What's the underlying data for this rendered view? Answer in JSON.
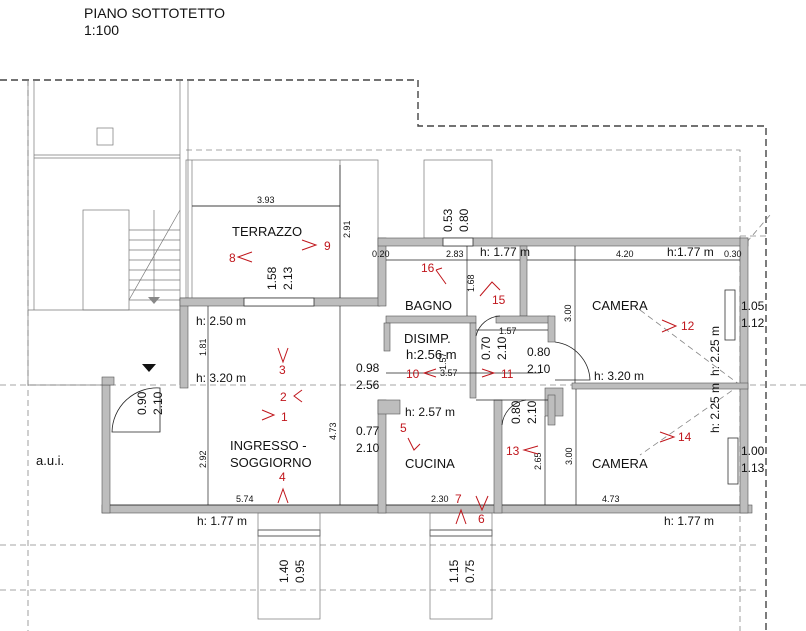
{
  "title": "PIANO SOTTOTETTO",
  "scale": "1:100",
  "rooms": {
    "terrazzo": "TERRAZZO",
    "bagno": "BAGNO",
    "camera1": "CAMERA",
    "disimp_name": "DISIMP.",
    "disimp_h": "h:2.56 m",
    "ingresso1": "INGRESSO -",
    "ingresso2": "SOGGIORNO",
    "cucina": "CUCINA",
    "camera2": "CAMERA",
    "aui": "a.u.i."
  },
  "heights": {
    "h_250": "h: 2.50 m",
    "h_320_left": "h: 3.20 m",
    "h_177_top": "h: 1.77 m",
    "h_177_right_top": "h:1.77 m",
    "h_320_right": "h: 3.20 m",
    "h_257": "h: 2.57 m",
    "h_225_upper": "h: 2.25 m",
    "h_225_lower": "h: 2.25 m",
    "h_177_bot_left": "h: 1.77 m",
    "h_177_bot_right": "h: 1.77 m"
  },
  "dims": {
    "d393": "3.93",
    "d291": "2.91",
    "d053": "0.53",
    "d080_top": "0.80",
    "d283": "2.83",
    "d020": "0.20",
    "d420": "4.20",
    "d030": "0.30",
    "d158": "1.58",
    "d213": "2.13",
    "d168": "1.68",
    "d300_top": "3.00",
    "d105": "1.05",
    "d112": "1.12",
    "d181": "1.81",
    "d157_h": "1.57",
    "d157_v": "1.57",
    "d070": "0.70",
    "d210_bagno": "2.10",
    "d080_door": "0.80",
    "d210_door": "2.10",
    "d098": "0.98",
    "d256": "2.56",
    "d357": "3.57",
    "d473_v": "4.73",
    "d090": "0.90",
    "d210_entry": "2.10",
    "d077": "0.77",
    "d210_cucina": "2.10",
    "d080_cam": "0.80",
    "d210_cam": "2.10",
    "d265": "2.65",
    "d300_bot": "3.00",
    "d292": "2.92",
    "d100": "1.00",
    "d113": "1.13",
    "d574": "5.74",
    "d230": "2.30",
    "d473_h": "4.73",
    "d140": "1.40",
    "d095": "0.95",
    "d115": "1.15",
    "d075": "0.75"
  },
  "markers": {
    "m1": "1",
    "m2": "2",
    "m3": "3",
    "m4": "4",
    "m5": "5",
    "m6": "6",
    "m7": "7",
    "m8": "8",
    "m9": "9",
    "m10": "10",
    "m11": "11",
    "m12": "12",
    "m13": "13",
    "m14": "14",
    "m15": "15",
    "m16": "16"
  },
  "colors": {
    "marker": "#c0161c",
    "wall": "#bdbdbd",
    "line": "#222222"
  }
}
